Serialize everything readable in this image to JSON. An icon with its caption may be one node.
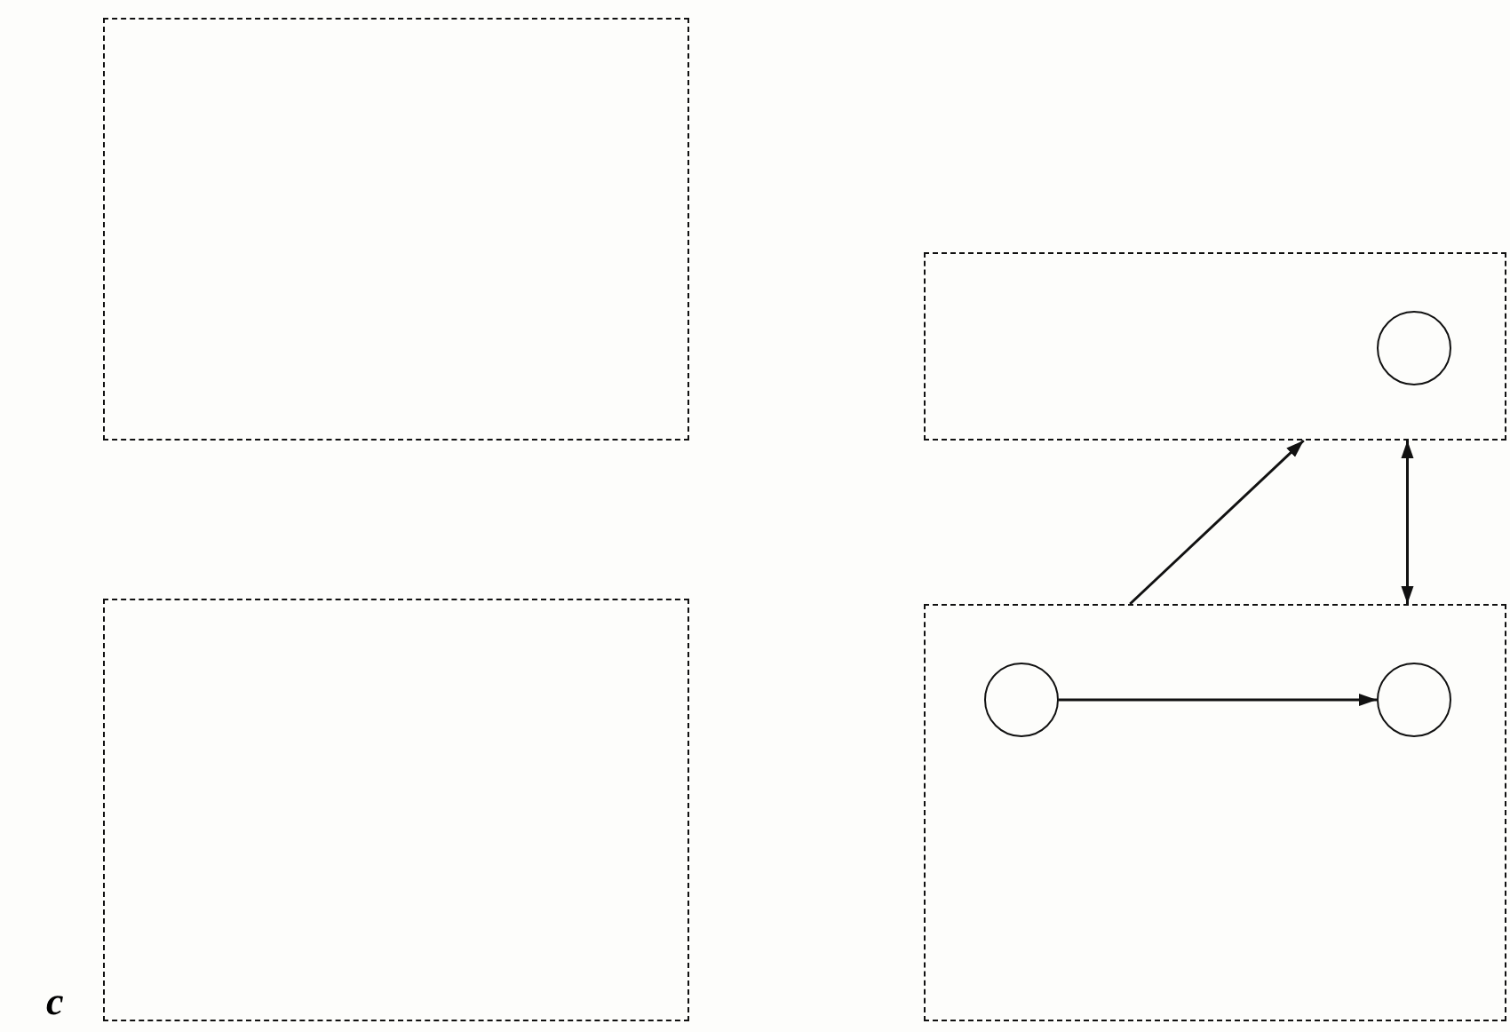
{
  "diagram": {
    "nodes": [
      {
        "text": [],
        "shape": "box"
      },
      {
        "text": [],
        "shape": "box"
      },
      {
        "text": [],
        "shape": "box"
      },
      {
        "text": [],
        "shape": "circle",
        "in": 2
      },
      {
        "text": [],
        "shape": "box"
      },
      {
        "text": [],
        "shape": "circle",
        "in": 4
      },
      {
        "text": [],
        "shape": "circle",
        "in": 4
      }
    ],
    "edges": [
      {
        "from": 4,
        "to": 2,
        "arrow": "to"
      },
      {
        "from": 2,
        "to": 4,
        "arrow": "both"
      },
      {
        "from": 5,
        "to": 6,
        "arrow": "to"
      }
    ],
    "labels": [
      "c"
    ]
  }
}
